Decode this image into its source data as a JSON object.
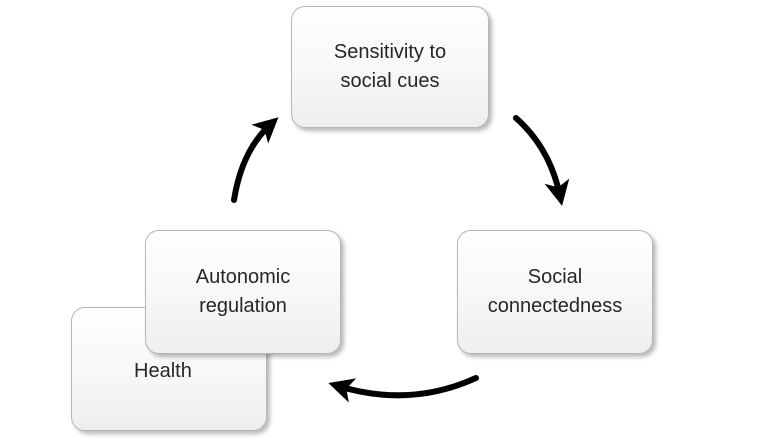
{
  "nodes": {
    "sensitivity": {
      "label": "Sensitivity to\nsocial cues"
    },
    "social": {
      "label": "Social\nconnectedness"
    },
    "health": {
      "label": "Health"
    },
    "autonomic": {
      "label": "Autonomic\nregulation"
    }
  },
  "colors": {
    "arrow": "#000000",
    "box_border": "#b5b5b5",
    "text": "#262626"
  }
}
